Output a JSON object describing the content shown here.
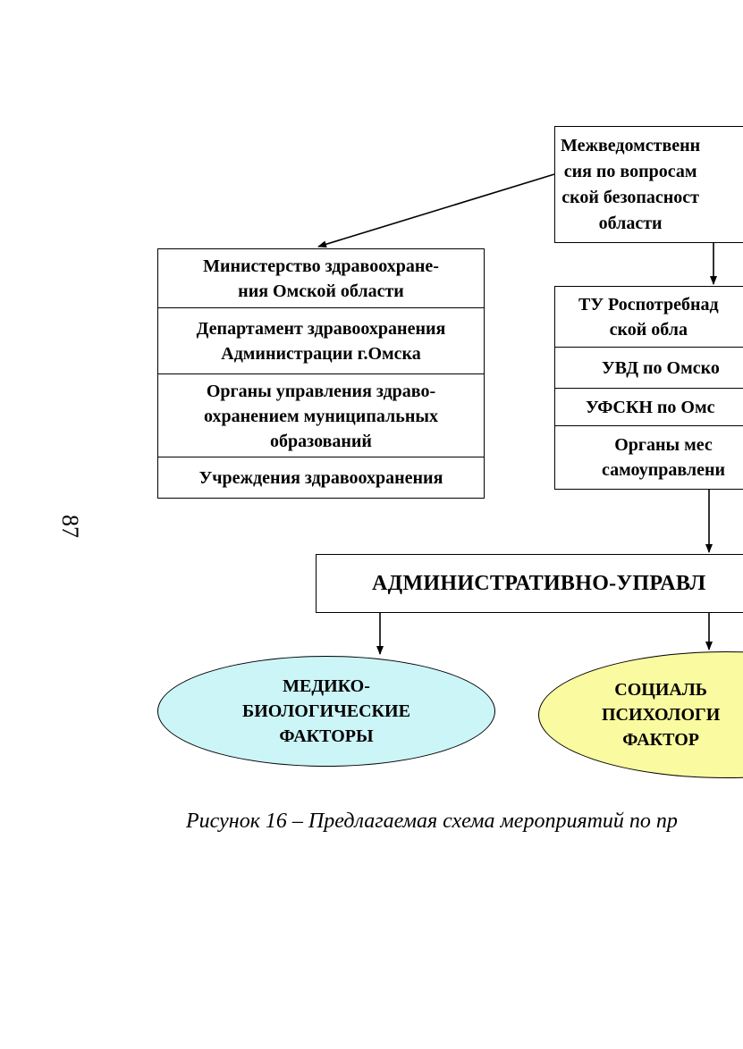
{
  "page_number": "87",
  "top_box": {
    "lines": "Межведомственн\nсия по вопросам\nской безопасност\nобласти"
  },
  "left_stack": {
    "items": [
      {
        "label": "Министерство здравоохране-\nния Омской области"
      },
      {
        "label": "Департамент здравоохранения\nАдминистрации г.Омска"
      },
      {
        "label": "Органы управления здраво-\nохранением муниципальных\nобразований"
      },
      {
        "label": "Учреждения здравоохранения"
      }
    ]
  },
  "right_stack": {
    "items": [
      {
        "label": "ТУ Роспотребнад\nской обла"
      },
      {
        "label": "УВД по Омско"
      },
      {
        "label": "УФСКН по Омс"
      },
      {
        "label": "Органы мес\nсамоуправлени"
      }
    ]
  },
  "banner": {
    "label": "АДМИНИСТРАТИВНО-УПРАВЛ"
  },
  "factors": [
    {
      "label": "МЕДИКО-\nБИОЛОГИЧЕСКИЕ\nФАКТОРЫ",
      "fill": "#ccf5f8"
    },
    {
      "label": "СОЦИАЛЬ\nПСИХОЛОГИ\nФАКТОР",
      "fill": "#fafaa0"
    }
  ],
  "caption": "Рисунок 16 – Предлагаемая схема мероприятий по пр"
}
